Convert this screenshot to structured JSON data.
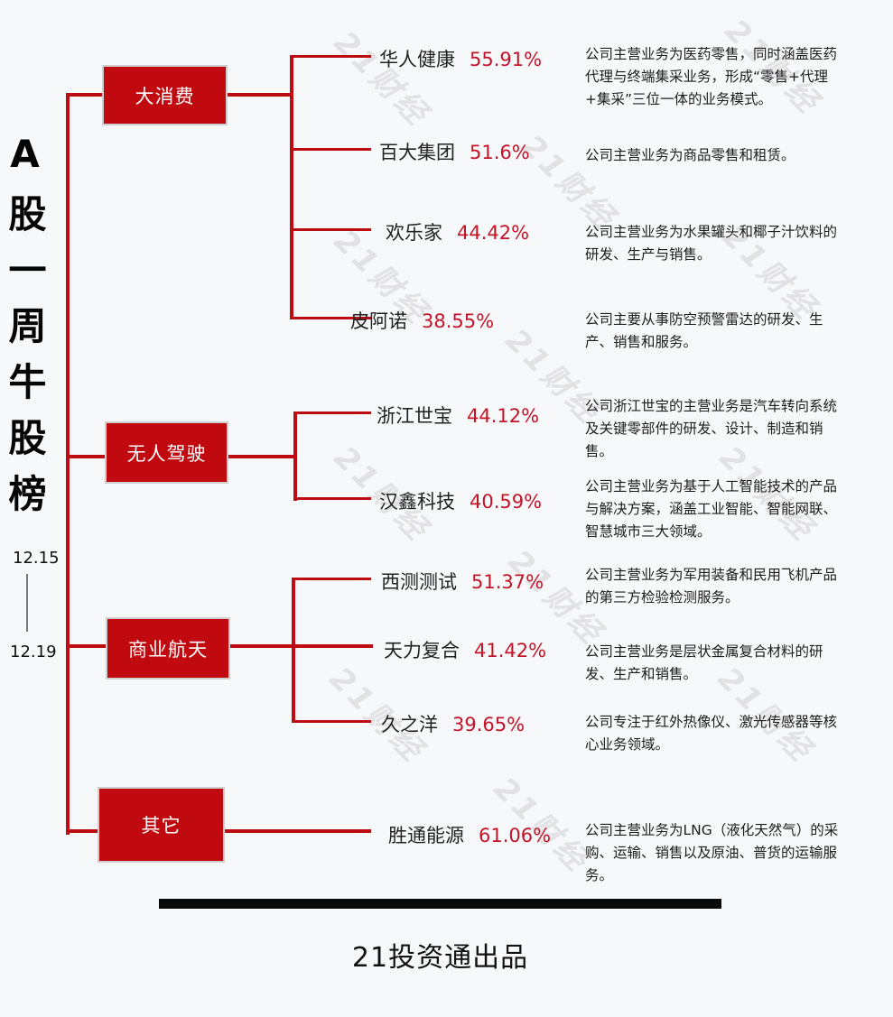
{
  "title": {
    "text": "A股一周牛股榜",
    "date_start": "12.15",
    "date_end": "12.19"
  },
  "watermark": {
    "text": "21财经"
  },
  "footer": {
    "brand": "21投资通出品"
  },
  "colors": {
    "background": "#f7f8f9",
    "category_box": "#c00a10",
    "tree_line": "#bd0d12",
    "percent_text": "#c41428",
    "footer_bar": "#0a0a0a"
  },
  "categories": [
    {
      "label": "大消费",
      "stocks": [
        {
          "name": "华人健康",
          "pct": "55.91%",
          "desc": "公司主营业务为医药零售，同时涵盖医药代理与终端集采业务，形成“零售+代理+集采”三位一体的业务模式。"
        },
        {
          "name": "百大集团",
          "pct": "51.6%",
          "desc": "公司主营业务为商品零售和租赁。"
        },
        {
          "name": "欢乐家",
          "pct": "44.42%",
          "desc": "公司主营业务为水果罐头和椰子汁饮料的研发、生产与销售。"
        },
        {
          "name": "皮阿诺",
          "pct": "38.55%",
          "desc": "公司主要从事防空预警雷达的研发、生产、销售和服务。"
        }
      ]
    },
    {
      "label": "无人驾驶",
      "stocks": [
        {
          "name": "浙江世宝",
          "pct": "44.12%",
          "desc": "公司浙江世宝的主营业务是汽车转向系统及关键零部件的研发、设计、制造和销售。"
        },
        {
          "name": "汉鑫科技",
          "pct": "40.59%",
          "desc": "公司主营业务为基于人工智能技术的产品与解决方案，涵盖工业智能、智能网联、智慧城市三大领域。"
        }
      ]
    },
    {
      "label": "商业航天",
      "stocks": [
        {
          "name": "西测测试",
          "pct": "51.37%",
          "desc": "公司主营业务为军用装备和民用飞机产品的第三方检验检测服务。"
        },
        {
          "name": "天力复合",
          "pct": "41.42%",
          "desc": "公司主营业务是层状金属复合材料的研发、生产和销售。"
        },
        {
          "name": "久之洋",
          "pct": "39.65%",
          "desc": "公司专注于红外热像仪、激光传感器等核心业务领域。"
        }
      ]
    },
    {
      "label": "其它",
      "stocks": [
        {
          "name": "胜通能源",
          "pct": "61.06%",
          "desc": "公司主营业务为LNG（液化天然气）的采购、运输、销售以及原油、普货的运输服务。"
        }
      ]
    }
  ]
}
